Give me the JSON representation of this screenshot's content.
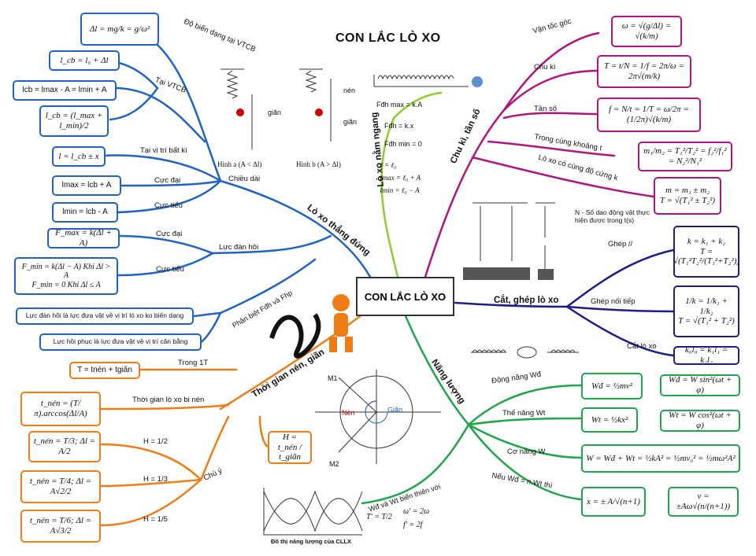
{
  "title": "CON LẮC LÒ XO",
  "center": "CON LẮC LÒ XO",
  "branches": {
    "vertical": "Lò xo thẳng đứng",
    "horizontal": "Lò xo nằm ngang",
    "period": "Chu kì, tần số",
    "cut": "Cắt, ghép lò xo",
    "energy": "Năng lượng",
    "time": "Thời gian nén, giãn"
  },
  "vertical": {
    "sub_deform": "Độ biến dạng tại VTCB",
    "f_deform": "Δl = mg/k = g/ω²",
    "sub_vtcb": "Tại VTCB",
    "f_lcb1": "l_cb = l₀ + Δl",
    "f_lcb2": "lcb = lmax - A = lmin + A",
    "f_lcb3": "l_cb = (l_max + l_min)/2",
    "sub_any": "Tại vị trí bất kì",
    "f_any": "l = l_cb ± x",
    "sub_length": "Chiều dài",
    "sub_max": "Cực đại",
    "f_lmax": "lmax = lcb + A",
    "sub_min": "Cực tiểu",
    "f_lmin": "lmin = lcb - A",
    "sub_elastic": "Lực đàn hồi",
    "sub_fmax": "Cực đại",
    "f_fmax": "F_max = k(Δl + A)",
    "sub_fmin": "Cực tiểu",
    "f_fmin1": "F_min = k(Δl − A) Khi Δl > A",
    "f_fmin2": "F_min = 0 Khi Δl ≤ A",
    "sub_distinguish": "Phân biệt Fđh và Fhp",
    "t_fdh": "Lực đàn hồi là lực đưa vật về vị trí lò xo ko biến dạng",
    "t_fhp": "Lực hồi phục là lực đưa vật về vị trí cân bằng",
    "fig_a": "Hình a (A < Δl)",
    "fig_b": "Hình b (A > Δl)",
    "lbl_gian": "giãn",
    "lbl_nen": "nén"
  },
  "horizontal": {
    "f1": "Fđh max = k.A",
    "f2": "Fđh = k.x",
    "f3": "Fđh min = 0",
    "f4": "ℓ = ℓ₀",
    "f5": "ℓmax = ℓ₀ + A",
    "f6": "ℓmin = ℓ₀ − A"
  },
  "period": {
    "sub_omega": "Vận tốc góc",
    "f_omega": "ω = √(g/Δl) = √(k/m)",
    "sub_T": "Chu kì",
    "f_T": "T = t/N = 1/f = 2π/ω = 2π√(m/k)",
    "sub_f": "Tần số",
    "f_f": "f = N/t = 1/T = ω/2π = (1/2π)√(k/m)",
    "sub_same_t": "Trong cùng khoảng t",
    "f_same_t": "m₁/m₂ = T₁²/T₂² = f₂²/f₁² = N₂²/N₁²",
    "sub_same_k": "Lò xo có cùng độ cứng k",
    "f_same_k1": "m = m₁ ± m₂",
    "f_same_k2": "T = √(T₁² ± T₂²)",
    "note": "N - Số dao động vật thực hiện được trong t(s)"
  },
  "cut": {
    "sub_parallel": "Ghép //",
    "f_par1": "k = k₁ + k₂",
    "f_par2": "T = √(T₁²T₂²/(T₁²+T₂²))",
    "sub_series": "Ghép nối tiếp",
    "f_ser1": "1/k = 1/k₁ + 1/k₂",
    "f_ser2": "T = √(T₁² + T₂²)",
    "sub_cut": "Cắt lò xo",
    "f_cut": "k₀l₀ = k₁l₁ = k₂l₂"
  },
  "energy": {
    "sub_kin": "Động năng Wđ",
    "f_kin": "Wđ = ½mv²",
    "f_kin2": "Wđ = W sin²(ωt + φ)",
    "sub_pot": "Thế năng Wt",
    "f_pot": "Wt = ½kx²",
    "f_pot2": "Wt = W cos²(ωt + φ)",
    "sub_mech": "Cơ năng W",
    "f_mech": "W = Wđ + Wt = ½kA² = ½mv₀² = ½mω²A²",
    "sub_n": "Nếu Wđ = n.Wt thì",
    "f_n1": "x = ± A/√(n+1)",
    "f_n2": "v = ±Aω√(n/(n+1))",
    "sub_var": "Wđ và Wt biến thiên với",
    "f_var1": "T' = T/2",
    "f_var2": "ω' = 2ω",
    "f_var3": "f' = 2f",
    "graph_title": "Đồ thị năng lượng của CLLX"
  },
  "time": {
    "sub_cycle": "Trong 1T",
    "f_cycle": "T = tnén + tgiãn",
    "sub_comp": "Thời gian lò xo bị nén",
    "f_comp": "t_nén = (T/π).arccos(Δl/A)",
    "sub_note": "Chú ý",
    "h1": "H = 1/2",
    "f_h1": "t_nén = T/3; Δl = A/2",
    "h2": "H = 1/3",
    "f_h2": "t_nén = T/4; Δl = A√2/2",
    "h3": "H = 1/5",
    "f_h3": "t_nén = T/6; Δl = A√3/2",
    "f_H": "H = t_nén / t_giãn",
    "circ_nen": "Nén",
    "circ_gian": "Giãn",
    "m1": "M1",
    "m2": "M2"
  },
  "colors": {
    "blue": "#1f63c6",
    "lime": "#8ccf2a",
    "magenta": "#b0157f",
    "navy": "#1c1c8a",
    "green": "#1fa64a",
    "orange": "#ef7d16"
  }
}
